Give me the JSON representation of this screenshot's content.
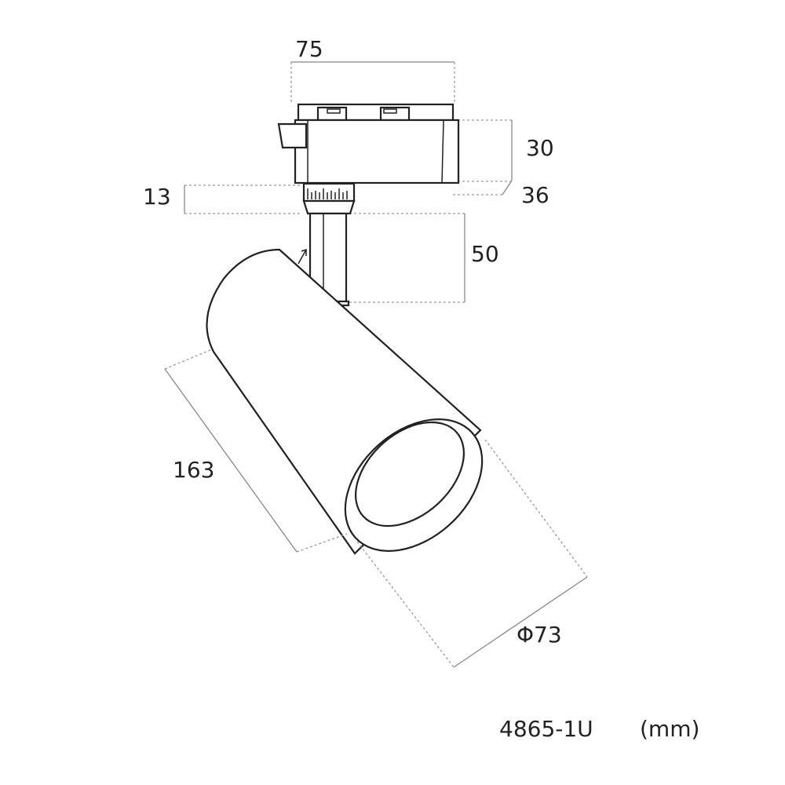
{
  "dimensions": {
    "width": "75",
    "height_top": "30",
    "height_total": "36",
    "collar": "13",
    "stem": "50",
    "length": "163",
    "diameter": "Φ73"
  },
  "caption": {
    "model": "4865-1U",
    "unit": "(mm)"
  }
}
